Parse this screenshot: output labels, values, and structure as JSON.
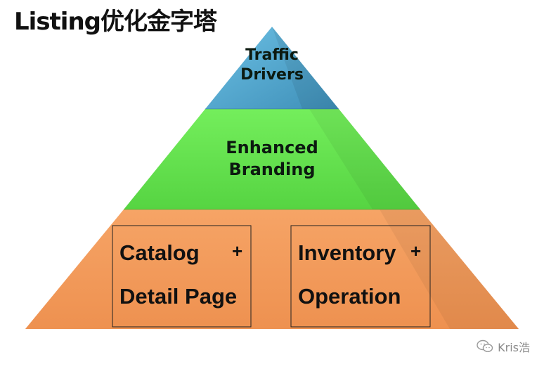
{
  "title": "Listing优化金字塔",
  "levels": {
    "top": {
      "line1": "Traffic",
      "line2": "Drivers",
      "color": "#45a0c8"
    },
    "middle": {
      "line1": "Enhanced",
      "line2": "Branding",
      "color": "#5ee04a"
    },
    "bottom": {
      "color": "#f29a5a",
      "left_box": {
        "line1": "Catalog",
        "plus": "+",
        "line2": "Detail Page"
      },
      "right_box": {
        "line1": "Inventory",
        "plus": "+",
        "line2": "Operation"
      }
    }
  },
  "watermark": {
    "text": "Kris浩",
    "icon": "wechat-icon"
  }
}
